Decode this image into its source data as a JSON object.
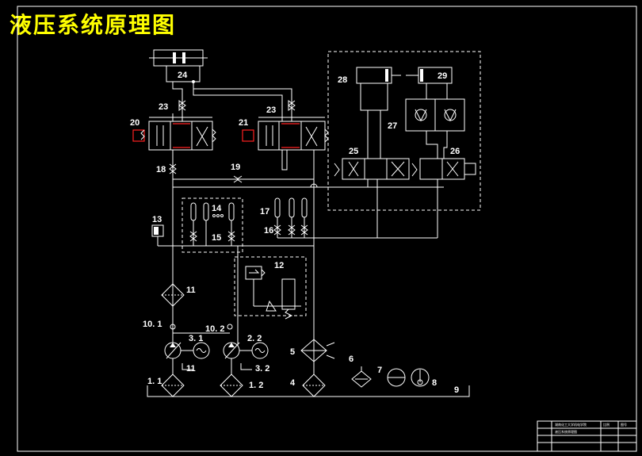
{
  "title": "液压系统原理图",
  "components": {
    "c1_1": "1. 1",
    "c1_2": "1. 2",
    "c2_2": "2. 2",
    "c3_1": "3. 1",
    "c3_2": "3. 2",
    "c4": "4",
    "c5": "5",
    "c6": "6",
    "c7": "7",
    "c8": "8",
    "c9": "9",
    "c10_1": "10. 1",
    "c10_2": "10. 2",
    "c11": "11",
    "c11b": "11",
    "c12": "12",
    "c13": "13",
    "c14": "14",
    "c15": "15",
    "c16": "16",
    "c17": "17",
    "c18": "18",
    "c19": "19",
    "c20": "20",
    "c21": "21",
    "c23a": "23",
    "c23b": "23",
    "c24": "24",
    "c25": "25",
    "c26": "26",
    "c27": "27",
    "c28": "28",
    "c29": "29"
  },
  "title_block": {
    "org": "湖南化工大学机电学院",
    "drawing": "液压系统原理图",
    "field_a": "比例",
    "field_b": "图号"
  },
  "colors": {
    "background": "#000000",
    "lines": "#ffffff",
    "title": "#ffff00",
    "solenoid": "#ff2020"
  }
}
